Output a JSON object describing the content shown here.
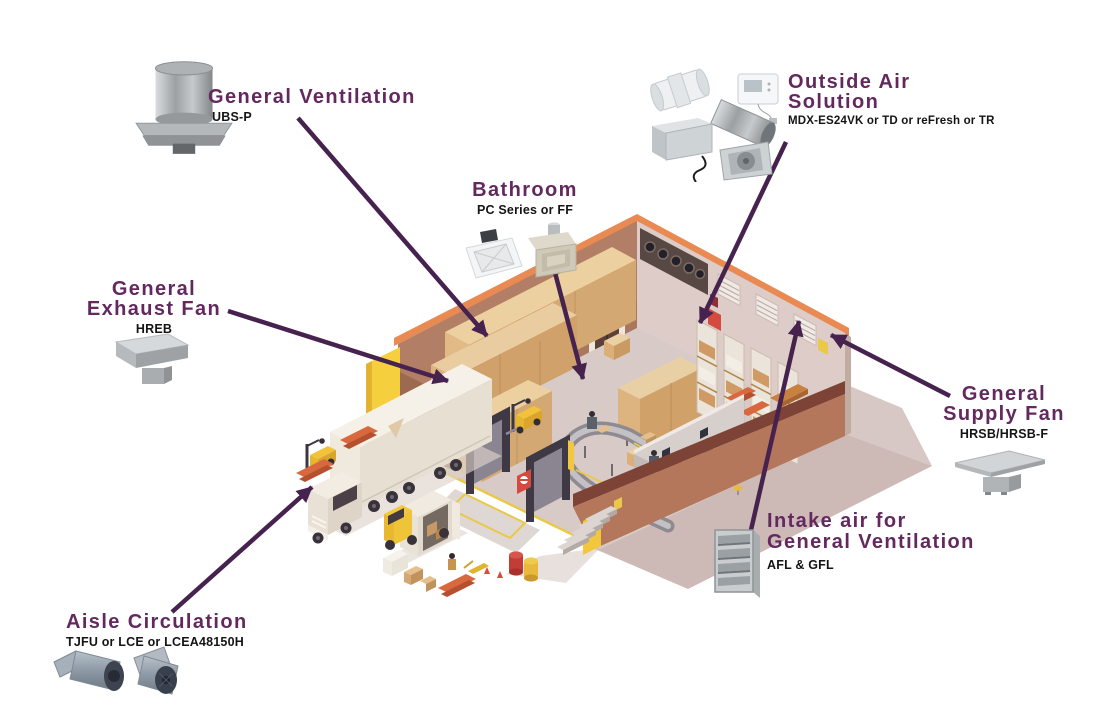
{
  "colors": {
    "heading": "#63295f",
    "model": "#141414",
    "arrow": "#46224e",
    "accent_yellow": "#f5cd3e",
    "wall_tan": "#b27e66",
    "wall_light": "#ddccc7",
    "trim_orange": "#e98a52"
  },
  "callouts": [
    {
      "id": "general-ventilation",
      "title_lines": [
        "General Ventilation"
      ],
      "model": "UBS-P",
      "photo_icon": "roof-upblast-ventilator-photo"
    },
    {
      "id": "outside-air-solution",
      "title_lines": [
        "Outside Air",
        "Solution"
      ],
      "model": "MDX-ES24VK or TD or reFresh or TR",
      "photo_icon": "duct-fan-kit-photo"
    },
    {
      "id": "bathroom",
      "title_lines": [
        "Bathroom"
      ],
      "model": "PC Series or FF",
      "photo_icon": "ceiling-exhaust-fan-photo"
    },
    {
      "id": "general-exhaust-fan",
      "title_lines": [
        "General",
        "Exhaust Fan"
      ],
      "model": "HREB",
      "photo_icon": "roof-exhaust-fan-photo"
    },
    {
      "id": "general-supply-fan",
      "title_lines": [
        "General",
        "Supply Fan"
      ],
      "model": "HRSB/HRSB-F",
      "photo_icon": "roof-supply-fan-photo"
    },
    {
      "id": "intake-air-general-ventilation",
      "title_lines": [
        "Intake air for",
        "General Ventilation"
      ],
      "model": "AFL & GFL",
      "photo_icon": "intake-louver-photo"
    },
    {
      "id": "aisle-circulation",
      "title_lines": [
        "Aisle Circulation"
      ],
      "model": "TJFU or LCE or LCEA48150H",
      "photo_icon": "jet-fan-photo"
    }
  ]
}
